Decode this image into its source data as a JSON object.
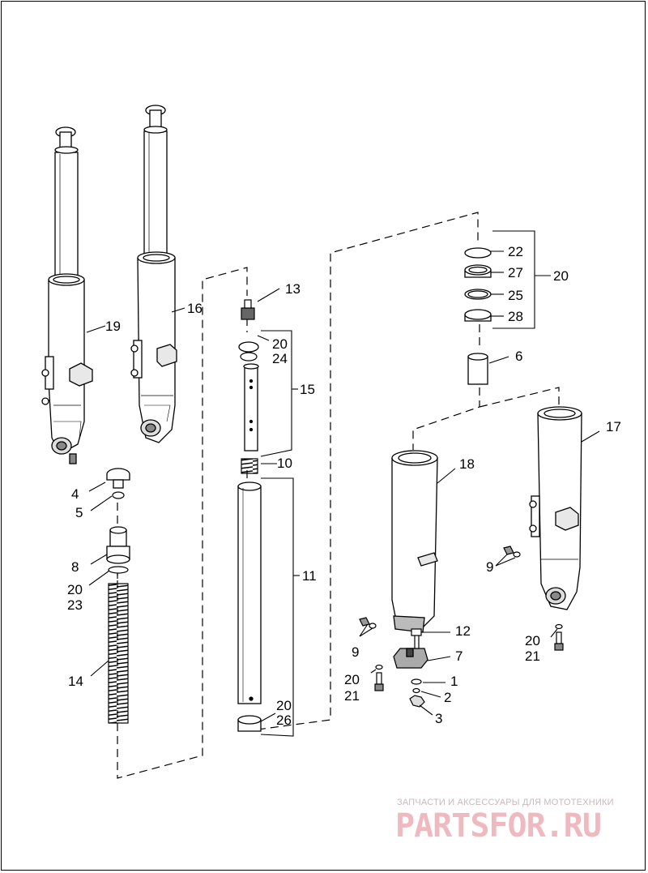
{
  "diagram": {
    "callouts": [
      {
        "id": "c1",
        "text": "1"
      },
      {
        "id": "c2",
        "text": "2"
      },
      {
        "id": "c3",
        "text": "3"
      },
      {
        "id": "c4",
        "text": "4"
      },
      {
        "id": "c5",
        "text": "5"
      },
      {
        "id": "c6",
        "text": "6"
      },
      {
        "id": "c7",
        "text": "7"
      },
      {
        "id": "c8",
        "text": "8"
      },
      {
        "id": "c9a",
        "text": "9"
      },
      {
        "id": "c9b",
        "text": "9"
      },
      {
        "id": "c10",
        "text": "10"
      },
      {
        "id": "c11",
        "text": "11"
      },
      {
        "id": "c12",
        "text": "12"
      },
      {
        "id": "c13",
        "text": "13"
      },
      {
        "id": "c14",
        "text": "14"
      },
      {
        "id": "c15",
        "text": "15"
      },
      {
        "id": "c16",
        "text": "16"
      },
      {
        "id": "c17",
        "text": "17"
      },
      {
        "id": "c18",
        "text": "18"
      },
      {
        "id": "c19",
        "text": "19"
      },
      {
        "id": "c20a",
        "text": "20"
      },
      {
        "id": "c20b",
        "text": "20"
      },
      {
        "id": "c20c",
        "text": "20"
      },
      {
        "id": "c20d",
        "text": "20"
      },
      {
        "id": "c20e",
        "text": "20"
      },
      {
        "id": "c20f",
        "text": "20"
      },
      {
        "id": "c21a",
        "text": "21"
      },
      {
        "id": "c21b",
        "text": "21"
      },
      {
        "id": "c22",
        "text": "22"
      },
      {
        "id": "c23",
        "text": "23"
      },
      {
        "id": "c24",
        "text": "24"
      },
      {
        "id": "c25",
        "text": "25"
      },
      {
        "id": "c26",
        "text": "26"
      },
      {
        "id": "c27",
        "text": "27"
      },
      {
        "id": "c28",
        "text": "28"
      }
    ]
  },
  "watermark": {
    "tagline": "ЗАПЧАСТИ И АКСЕССУАРЫ ДЛЯ МОТОТЕХНИКИ",
    "brand": "PARTSFOR.RU",
    "color": "#e9a3aa"
  }
}
